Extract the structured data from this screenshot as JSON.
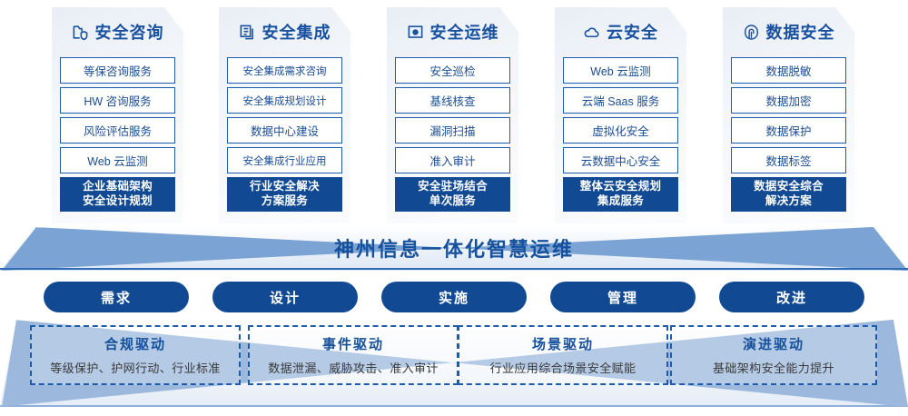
{
  "theme": {
    "primary": "#114a93",
    "accent": "#1d5bab",
    "title_blue": "#16519e",
    "card_bg_start": "#e9eef6",
    "card_bg_end": "#fbfcfe",
    "pill_bg": "#114a93",
    "dashed_border": "#1d5bab"
  },
  "columns": [
    {
      "icon": "shield-folder-icon",
      "title": "安全咨询",
      "items": [
        "等保咨询服务",
        "HW 咨询服务",
        "风险评估服务",
        "Web 云监测"
      ],
      "summary": [
        "企业基础架构",
        "安全设计规划"
      ]
    },
    {
      "icon": "document-stack-icon",
      "title": "安全集成",
      "items": [
        "安全集成需求咨询",
        "安全集成规划设计",
        "数据中心建设",
        "安全集成行业应用"
      ],
      "summary": [
        "行业安全解决",
        "方案服务"
      ]
    },
    {
      "icon": "monitor-chart-icon",
      "title": "安全运维",
      "items": [
        "安全巡检",
        "基线核查",
        "漏洞扫描",
        "准入审计"
      ],
      "summary": [
        "安全驻场结合",
        "单次服务"
      ]
    },
    {
      "icon": "cloud-icon",
      "title": "云安全",
      "items": [
        "Web 云监测",
        "云端 Saas 服务",
        "虚拟化安全",
        "云数据中心安全"
      ],
      "summary": [
        "整体云安全规划",
        "集成服务"
      ]
    },
    {
      "icon": "fingerprint-icon",
      "title": "数据安全",
      "items": [
        "数据脱敏",
        "数据加密",
        "数据保护",
        "数据标签"
      ],
      "summary": [
        "数据安全综合",
        "解决方案"
      ]
    }
  ],
  "banner": {
    "text": "神州信息一体化智慧运维"
  },
  "phases": [
    "需求",
    "设计",
    "实施",
    "管理",
    "改进"
  ],
  "drivers": [
    {
      "title": "合规驱动",
      "subtitle": "等级保护、护网行动、行业标准"
    },
    {
      "title": "事件驱动",
      "subtitle": "数据泄漏、威胁攻击、准入审计"
    },
    {
      "title": "场景驱动",
      "subtitle": "行业应用综合场景安全赋能"
    },
    {
      "title": "演进驱动",
      "subtitle": "基础架构安全能力提升"
    }
  ]
}
